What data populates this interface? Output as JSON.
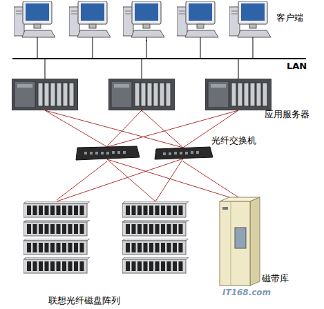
{
  "diagram": {
    "nodes": [
      {
        "text": [
          "客户端"
        ]
      },
      {
        "text": [
          "LAN"
        ]
      },
      {
        "text": [
          "应用服务器"
        ]
      },
      {
        "text": [
          "光纤交换机"
        ]
      },
      {
        "text": [
          "联想光纤磁盘阵列"
        ]
      },
      {
        "text": [
          "磁带库"
        ]
      }
    ],
    "edges": [
      {
        "from": 0,
        "to": 1,
        "arrow": "none"
      },
      {
        "from": 1,
        "to": 2,
        "arrow": "none"
      },
      {
        "from": 2,
        "to": 3,
        "arrow": "none"
      },
      {
        "from": 3,
        "to": 4,
        "arrow": "none"
      },
      {
        "from": 3,
        "to": 5,
        "arrow": "none"
      }
    ],
    "labels": [
      "IT168.com"
    ]
  }
}
